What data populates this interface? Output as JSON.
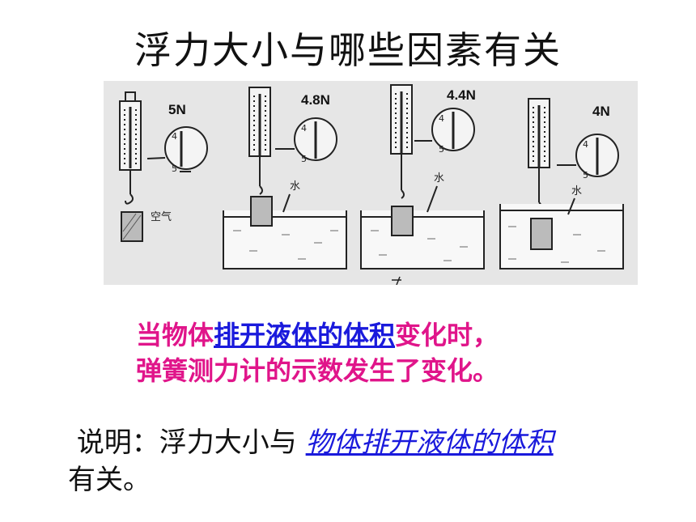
{
  "slide": {
    "title": "浮力大小与哪些因素有关",
    "figure": {
      "force_readings": [
        "5N",
        "4.8N",
        "4.4N",
        "4N"
      ],
      "scale_ticks": [
        "4",
        "5"
      ],
      "labels": {
        "air": "空气",
        "water": "水",
        "yi": "乙"
      }
    },
    "statement": {
      "line1_a": "当物体",
      "line1_highlight": "排开液体的体积",
      "line1_b": "变化时，",
      "line2": "弹簧测力计的示数发生了变化。"
    },
    "explanation": {
      "prefix": "说明：浮力大小与 ",
      "answer": "物体排开液体的体积",
      "suffix": "有关。"
    }
  }
}
